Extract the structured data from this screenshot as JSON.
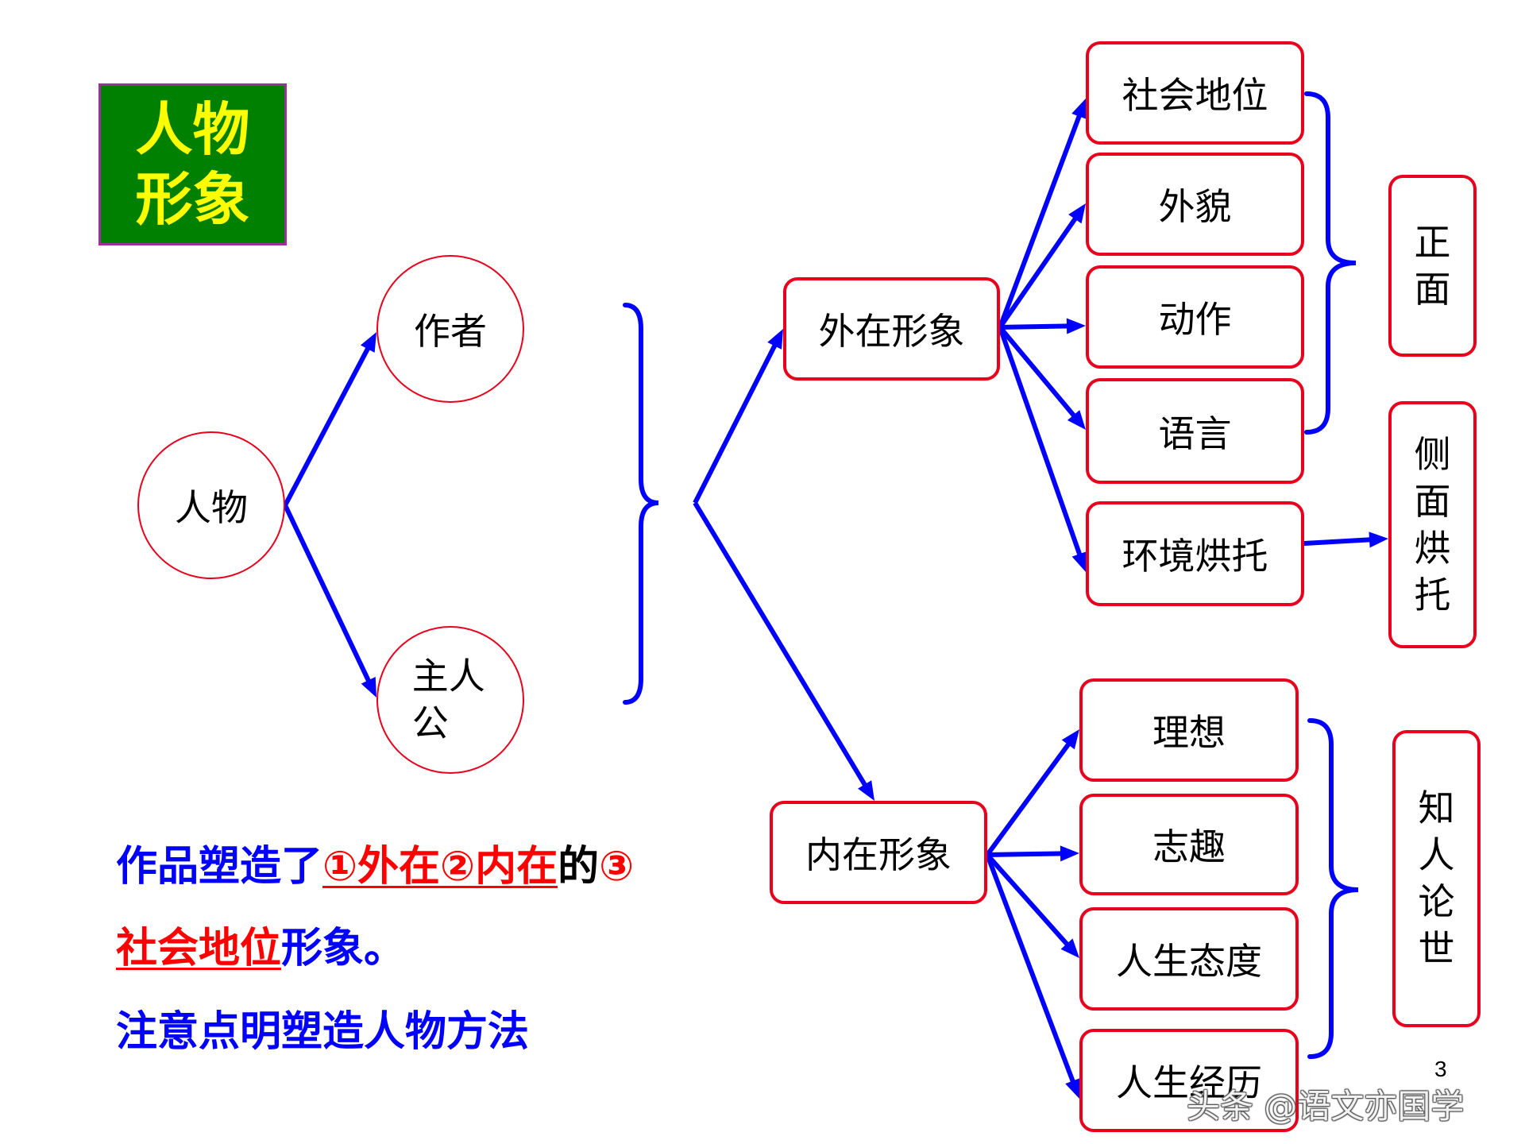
{
  "slide": {
    "title": {
      "line1": "人物",
      "line2": "形象"
    },
    "page_number": "3",
    "watermark": "头条 @语文亦国学"
  },
  "diagram": {
    "root": "人物",
    "perspectives": [
      "作者",
      "主人公"
    ],
    "outer": {
      "label": "外在形象",
      "items": [
        "社会地位",
        "外貌",
        "动作",
        "语言",
        "环境烘托"
      ]
    },
    "inner": {
      "label": "内在形象",
      "items": [
        "理想",
        "志趣",
        "人生态度",
        "人生经历"
      ]
    },
    "methods": {
      "direct": "正面",
      "indirect": "侧面烘托",
      "context": "知人论世"
    }
  },
  "summary": {
    "line1": [
      "作品塑造了",
      "①外在②内在",
      "的",
      "③"
    ],
    "line2": [
      "社会地位",
      "形象。"
    ],
    "line3": "注意点明塑造人物方法"
  },
  "colors": {
    "arrow": "#0000ff",
    "text_blue": "#0000ff",
    "text_red": "#ff0000",
    "box_border": "#e8001c",
    "title_background": "#008000",
    "title_text": "#ffff00",
    "title_border": "#993399"
  }
}
